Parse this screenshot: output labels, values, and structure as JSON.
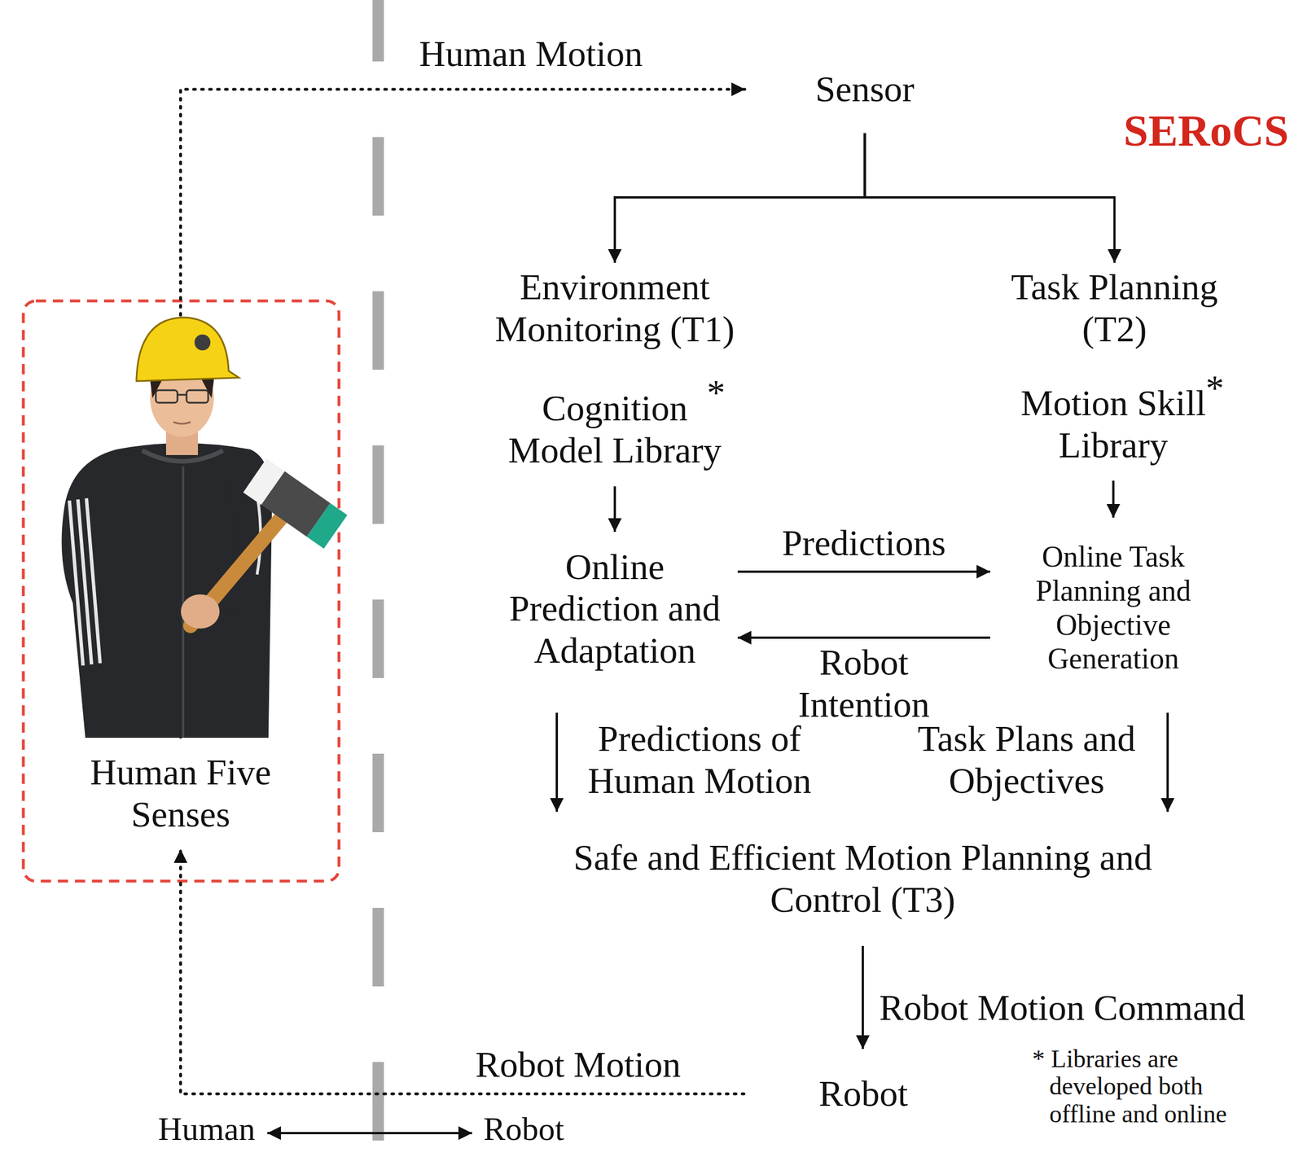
{
  "diagram": {
    "nodes": [
      {
        "text": [
          "Sensor"
        ]
      },
      {
        "text": [
          "SERoCS"
        ]
      },
      {
        "text": [
          "Environment Monitoring (T1)"
        ],
        "in": 1
      },
      {
        "text": [
          "Cognition Model Library",
          "*"
        ],
        "in": 2
      },
      {
        "text": [
          "Online Prediction and Adaptation"
        ],
        "in": 2
      },
      {
        "text": [
          "Task Planning (T2)"
        ],
        "in": 1
      },
      {
        "text": [
          "Motion Skill Library",
          "*"
        ],
        "in": 5
      },
      {
        "text": [
          "Online Task Planning and Objective Generation"
        ],
        "in": 5
      },
      {
        "text": [
          "Safe and Efficient Motion Planning and Control (T3)"
        ],
        "in": 1
      },
      {
        "text": [
          "Human Five Senses"
        ]
      },
      {
        "text": [
          "Robot"
        ]
      }
    ],
    "edges": [
      {
        "from": 0,
        "to": 2,
        "arrow": "to"
      },
      {
        "from": 0,
        "to": 5,
        "arrow": "to"
      },
      {
        "from": 3,
        "to": 4,
        "arrow": "to"
      },
      {
        "from": 6,
        "to": 7,
        "arrow": "to"
      },
      {
        "from": 4,
        "to": 7,
        "label": "Predictions",
        "arrow": "to"
      },
      {
        "from": 7,
        "to": 4,
        "label": "Robot Intention",
        "arrow": "to"
      },
      {
        "from": 2,
        "to": 8,
        "label": "Predictions of Human Motion",
        "arrow": "to"
      },
      {
        "from": 5,
        "to": 8,
        "label": "Task Plans and Objectives",
        "arrow": "to"
      },
      {
        "from": 8,
        "to": 10,
        "label": "Robot Motion Command",
        "arrow": "to"
      },
      {
        "from": 10,
        "to": 9,
        "label": "Robot Motion",
        "arrow": "to"
      },
      {
        "from": 9,
        "to": 0,
        "label": "Human Motion",
        "arrow": "to"
      }
    ],
    "labels": [
      "Human",
      "Robot",
      "* Libraries are developed both offline and online"
    ]
  }
}
